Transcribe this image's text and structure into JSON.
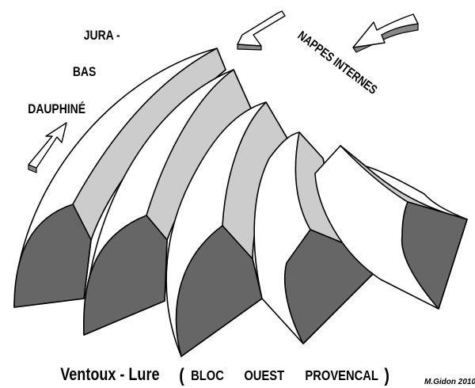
{
  "labels": {
    "jura": "JURA -",
    "bas": "BAS",
    "dauphine": "DAUPHINÉ",
    "nappes": "NAPPES INTERNES"
  },
  "caption": {
    "main": "Ventoux - Lure",
    "open_paren": "(",
    "bloc": "BLOC",
    "ouest": "OUEST",
    "provencal": "PROVENCAL",
    "close_paren": ")"
  },
  "credit": "M.Gidon 2010",
  "colors": {
    "light_face": "#cccccc",
    "dark_face": "#666666",
    "outline": "#000000"
  }
}
